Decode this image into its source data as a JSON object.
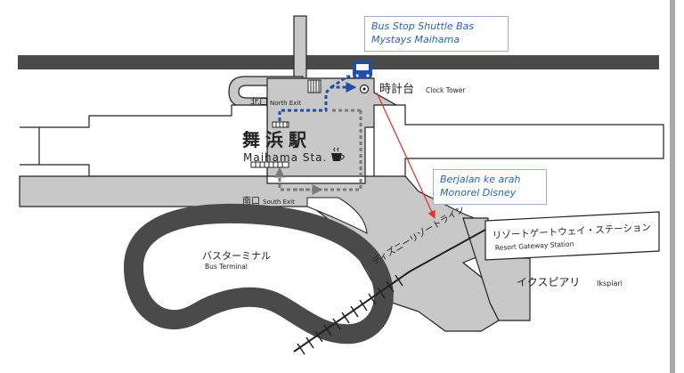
{
  "callouts": {
    "shuttle": {
      "line1": "Bus Stop Shuttle Bas",
      "line2": "Mystays Maihama"
    },
    "walk": {
      "line1": "Berjalan ke arah",
      "line2": "Monorel Disney"
    }
  },
  "labels": {
    "north_exit_jp": "北口",
    "north_exit_en": "North Exit",
    "clock_tower_jp": "時計台",
    "clock_tower_en": "Clock Tower",
    "station_jp": "舞浜駅",
    "station_en": "Maihama Sta.",
    "south_exit_jp": "南口",
    "south_exit_en": "South Exit",
    "bus_terminal_jp": "バスターミナル",
    "bus_terminal_en": "Bus Terminal",
    "disney_line_jp": "ディズニーリゾートライン",
    "resort_gateway_jp": "リゾートゲートウェイ・ステーション",
    "resort_gateway_en": "Resort Gateway Station",
    "ikspiari_jp": "イクスピアリ",
    "ikspiari_en": "Ikspiari"
  },
  "colors": {
    "route_blue": "#1f4fa8",
    "callout_text": "#2a63b0",
    "arrow_red": "#e0372b",
    "building_gray": "#c8c8c8",
    "dark_gray": "#4a4a4a"
  },
  "icons": [
    "bus-stop-icon",
    "coffee-icon",
    "stairs-icon",
    "target-marker-icon"
  ]
}
